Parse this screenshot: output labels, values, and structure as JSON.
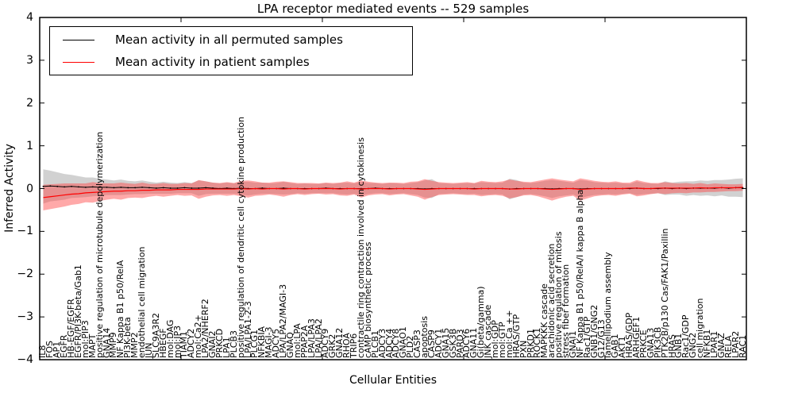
{
  "title": "LPA receptor mediated events -- 529 samples",
  "xlabel": "Cellular Entities",
  "ylabel": "Inferred Activity",
  "legend": [
    {
      "label": "Mean activity in all permuted samples",
      "color": "#000000"
    },
    {
      "label": "Mean activity in patient samples",
      "color": "#ff0000"
    }
  ],
  "colors": {
    "permuted_line": "#000000",
    "patient_line": "#ff0000",
    "permuted_band": "#999999",
    "patient_band": "#ff4040",
    "frame": "#000000"
  },
  "chart_data": {
    "type": "line",
    "title": "LPA receptor mediated events -- 529 samples",
    "xlabel": "Cellular Entities",
    "ylabel": "Inferred Activity",
    "ylim": [
      -4,
      4
    ],
    "yticks": [
      -4,
      -3,
      -2,
      -1,
      0,
      1,
      2,
      3,
      4
    ],
    "x_major_ticks": [
      0,
      20,
      40,
      60,
      80,
      100
    ],
    "grid": false,
    "legend_position": "upper left",
    "categories": [
      "IL8",
      "FOS",
      "AP1",
      "EGFR",
      "HB-EGF/EGFR",
      "EGFR/PI3K-beta/Gab1",
      "mol:PIP3",
      "MAPT",
      "positive regulation of microtubule depolymerization",
      "GNA14",
      "MMP9",
      "NF Kappa B1 p50/RelA",
      "PI3K-beta",
      "MMP2",
      "endothelial cell migration",
      "JUN",
      "SLC9A3R2",
      "HBEGF",
      "mol:DAG",
      "mol:IP3",
      "TIAM1",
      "ADCY2",
      "mol:Ca2+",
      "LPA2/NHERF2",
      "GNAI2",
      "PRKCD",
      "LPA1",
      "PLCB3",
      "positive regulation of dendritic cell cytokine production",
      "LPA/LPA1-2-3",
      "PLCG1",
      "NFKBIA",
      "MAGI-3",
      "ADCY5",
      "LPA/LPA2/MAGI-3",
      "GNAQ",
      "mol:LPA",
      "PPAP2A",
      "LPA/LPA3",
      "LPA/LPA2",
      "ADCY9",
      "GRK2",
      "GNA12",
      "RHOA",
      "TRIP6",
      "contractile ring contraction involved in cytokinesis",
      "cAMP biosynthetic process",
      "PLCB1",
      "ADCY3",
      "ADCY4",
      "ADCY8",
      "GNAO1",
      "PLD2",
      "CASP3",
      "apoptosis",
      "CASP9",
      "ADCY1",
      "GNA15",
      "GSK3B",
      "PARD3",
      "ADCY6",
      "GNA11",
      "Gi(beta/gamma)",
      "JNK cascade",
      "mol:GDP",
      "mol:GTP",
      "mol:Ca ++",
      "HRAS/GTP",
      "PXN",
      "PRKD1",
      "ROCK1",
      "MAPKKK cascade",
      "arachidonic acid secretion",
      "positive regulation of mitosis",
      "stress fiber formation",
      "GNAI1",
      "NF Kappa B1 p50/RelA/I kappa B alpha",
      "Rac1/GTP",
      "GNB1/GNG2",
      "G12/G13",
      "lamellipodium assembly",
      "GAB1",
      "AKT1",
      "HRAS/GDP",
      "ARHGEF1",
      "PRKCE",
      "GNA13",
      "PIK3CB",
      "PTK2B/p130 Cas/FAK1/Paxillin",
      "HRAS",
      "GNB1",
      "Rac1/GDP",
      "GNG2",
      "cell migration",
      "NFKB1",
      "LPAR1",
      "GNAZ",
      "RELA",
      "LPAR2",
      "RAC1"
    ],
    "series": [
      {
        "name": "Mean activity in all permuted samples",
        "values": [
          0.05,
          0.06,
          0.05,
          0.04,
          0.05,
          0.04,
          0.03,
          0.04,
          0.03,
          0.03,
          0.02,
          0.03,
          0.02,
          0.02,
          0.03,
          0.02,
          0.01,
          0.02,
          0.01,
          0.01,
          0.02,
          0.01,
          0.01,
          0.02,
          0.01,
          0.0,
          0.01,
          0.0,
          0.01,
          0.0,
          0.0,
          0.01,
          0.0,
          0.0,
          0.01,
          0.0,
          0.0,
          0.0,
          0.0,
          0.0,
          0.01,
          0.0,
          0.0,
          0.0,
          0.0,
          0.0,
          0.0,
          0.01,
          0.0,
          0.0,
          0.0,
          0.0,
          0.0,
          0.0,
          -0.01,
          0.0,
          0.0,
          0.0,
          0.0,
          0.0,
          0.0,
          0.0,
          0.0,
          0.0,
          0.0,
          0.0,
          -0.01,
          0.0,
          0.0,
          0.0,
          0.0,
          0.0,
          -0.01,
          0.0,
          0.0,
          0.0,
          -0.01,
          0.0,
          0.0,
          0.0,
          0.0,
          0.0,
          0.0,
          0.0,
          0.01,
          0.0,
          0.0,
          0.0,
          0.01,
          0.0,
          0.01,
          0.0,
          0.01,
          0.01,
          0.01,
          0.01,
          0.02,
          0.01,
          0.02,
          0.02
        ],
        "band_halfwidth": [
          0.4,
          0.36,
          0.33,
          0.3,
          0.27,
          0.25,
          0.23,
          0.22,
          0.2,
          0.18,
          0.17,
          0.18,
          0.16,
          0.15,
          0.16,
          0.14,
          0.13,
          0.14,
          0.13,
          0.12,
          0.13,
          0.12,
          0.18,
          0.15,
          0.13,
          0.12,
          0.13,
          0.12,
          0.15,
          0.16,
          0.14,
          0.13,
          0.12,
          0.13,
          0.15,
          0.13,
          0.11,
          0.12,
          0.11,
          0.11,
          0.12,
          0.11,
          0.13,
          0.14,
          0.12,
          0.16,
          0.13,
          0.12,
          0.11,
          0.13,
          0.12,
          0.11,
          0.13,
          0.15,
          0.2,
          0.22,
          0.13,
          0.12,
          0.11,
          0.12,
          0.13,
          0.12,
          0.15,
          0.14,
          0.13,
          0.14,
          0.24,
          0.2,
          0.14,
          0.13,
          0.15,
          0.18,
          0.21,
          0.18,
          0.16,
          0.14,
          0.21,
          0.18,
          0.15,
          0.14,
          0.13,
          0.14,
          0.12,
          0.11,
          0.16,
          0.13,
          0.12,
          0.11,
          0.16,
          0.14,
          0.15,
          0.17,
          0.16,
          0.18,
          0.17,
          0.19,
          0.18,
          0.2,
          0.21,
          0.22
        ]
      },
      {
        "name": "Mean activity in patient samples",
        "values": [
          -0.21,
          -0.19,
          -0.17,
          -0.15,
          -0.13,
          -0.12,
          -0.1,
          -0.09,
          -0.08,
          -0.07,
          -0.06,
          -0.06,
          -0.05,
          -0.05,
          -0.04,
          -0.04,
          -0.03,
          -0.03,
          -0.03,
          -0.02,
          -0.02,
          -0.02,
          -0.02,
          -0.01,
          -0.01,
          -0.01,
          -0.01,
          -0.01,
          0.0,
          -0.01,
          0.0,
          -0.01,
          0.0,
          0.0,
          -0.01,
          0.0,
          0.0,
          -0.01,
          0.0,
          0.0,
          0.0,
          0.0,
          -0.01,
          0.0,
          0.0,
          -0.01,
          0.0,
          0.0,
          0.0,
          -0.01,
          0.0,
          0.0,
          0.0,
          -0.01,
          -0.02,
          -0.01,
          0.0,
          0.0,
          0.0,
          0.0,
          0.0,
          -0.01,
          0.0,
          0.0,
          0.0,
          0.0,
          -0.01,
          -0.01,
          0.0,
          0.0,
          0.0,
          -0.01,
          -0.02,
          -0.01,
          0.0,
          0.0,
          -0.02,
          -0.01,
          0.0,
          0.0,
          0.0,
          0.0,
          0.0,
          0.01,
          0.01,
          0.0,
          0.0,
          0.01,
          0.01,
          0.01,
          0.01,
          0.01,
          0.01,
          0.02,
          0.01,
          0.02,
          0.02,
          0.02,
          0.02,
          0.03
        ],
        "band_halfwidth": [
          0.3,
          0.29,
          0.28,
          0.27,
          0.25,
          0.24,
          0.22,
          0.24,
          0.21,
          0.19,
          0.18,
          0.2,
          0.17,
          0.16,
          0.18,
          0.15,
          0.14,
          0.16,
          0.14,
          0.13,
          0.15,
          0.14,
          0.22,
          0.18,
          0.15,
          0.14,
          0.16,
          0.14,
          0.18,
          0.2,
          0.17,
          0.15,
          0.14,
          0.16,
          0.18,
          0.15,
          0.13,
          0.14,
          0.13,
          0.12,
          0.14,
          0.13,
          0.15,
          0.17,
          0.14,
          0.2,
          0.16,
          0.14,
          0.13,
          0.15,
          0.14,
          0.13,
          0.16,
          0.18,
          0.24,
          0.19,
          0.15,
          0.14,
          0.13,
          0.14,
          0.15,
          0.14,
          0.18,
          0.16,
          0.15,
          0.17,
          0.22,
          0.19,
          0.16,
          0.15,
          0.18,
          0.22,
          0.26,
          0.22,
          0.19,
          0.17,
          0.26,
          0.22,
          0.18,
          0.16,
          0.15,
          0.17,
          0.14,
          0.13,
          0.19,
          0.16,
          0.13,
          0.12,
          0.14,
          0.12,
          0.11,
          0.12,
          0.1,
          0.11,
          0.09,
          0.1,
          0.09,
          0.08,
          0.08,
          0.08
        ]
      }
    ]
  }
}
